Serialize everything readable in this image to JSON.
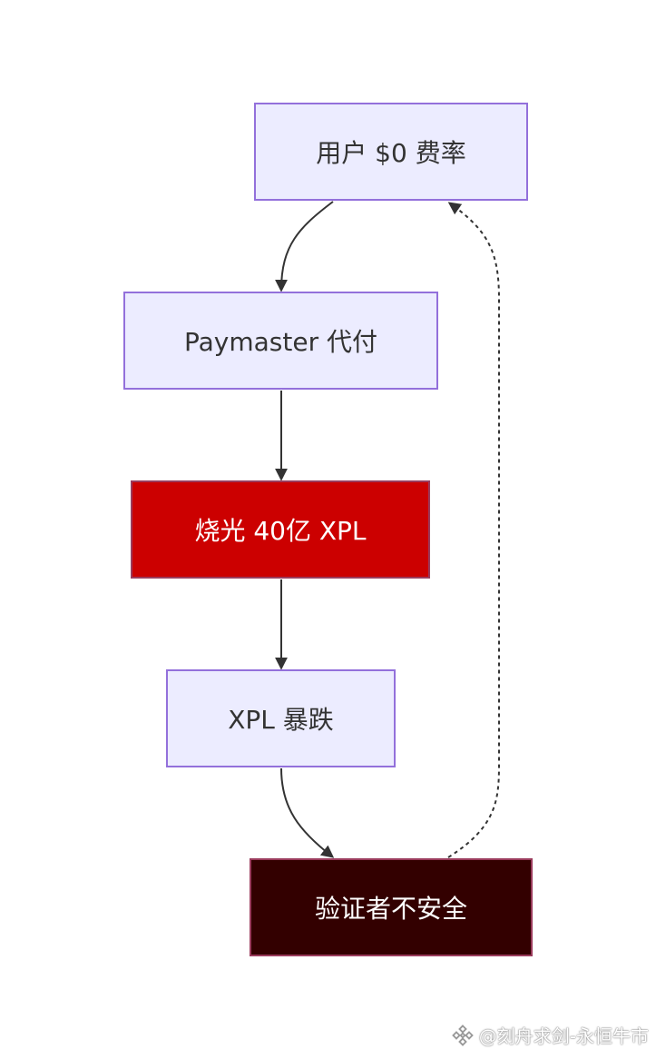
{
  "diagram": {
    "nodes": {
      "fee": "用户 $0 费率",
      "paymaster": "Paymaster 代付",
      "burn": "烧光 40亿 XPL",
      "crash": "XPL 暴跌",
      "unsafe": "验证者不安全"
    },
    "edges": [
      {
        "from": "fee",
        "to": "paymaster",
        "style": "solid"
      },
      {
        "from": "paymaster",
        "to": "burn",
        "style": "solid"
      },
      {
        "from": "burn",
        "to": "crash",
        "style": "solid"
      },
      {
        "from": "crash",
        "to": "unsafe",
        "style": "solid"
      },
      {
        "from": "unsafe",
        "to": "fee",
        "style": "dashed"
      }
    ]
  },
  "colors": {
    "node_fill": "#ececff",
    "node_border": "#9370db",
    "burn_fill": "#cc0000",
    "unsafe_fill": "#330000",
    "edge": "#333333"
  },
  "watermark": {
    "icon": "binance-logo-icon",
    "text": "@刻舟求剑-永恒牛市"
  }
}
